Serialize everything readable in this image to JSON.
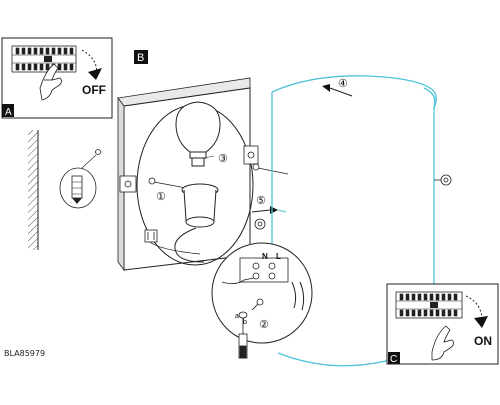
{
  "panels": {
    "a": {
      "letter": "A",
      "switch_label": "OFF"
    },
    "b": {
      "letter": "B"
    },
    "c": {
      "letter": "C",
      "switch_label": "ON"
    }
  },
  "steps": {
    "s1": "①",
    "s2": "②",
    "s3": "③",
    "s4": "④",
    "s5": "⑤"
  },
  "wiring": {
    "neutral": "N",
    "live": "L",
    "wire_a": "a",
    "wire_b": "b"
  },
  "reference": "BLA85979",
  "colors": {
    "shade_outline": "#4fc3d9",
    "line": "#222222",
    "label_box": "#111111"
  }
}
